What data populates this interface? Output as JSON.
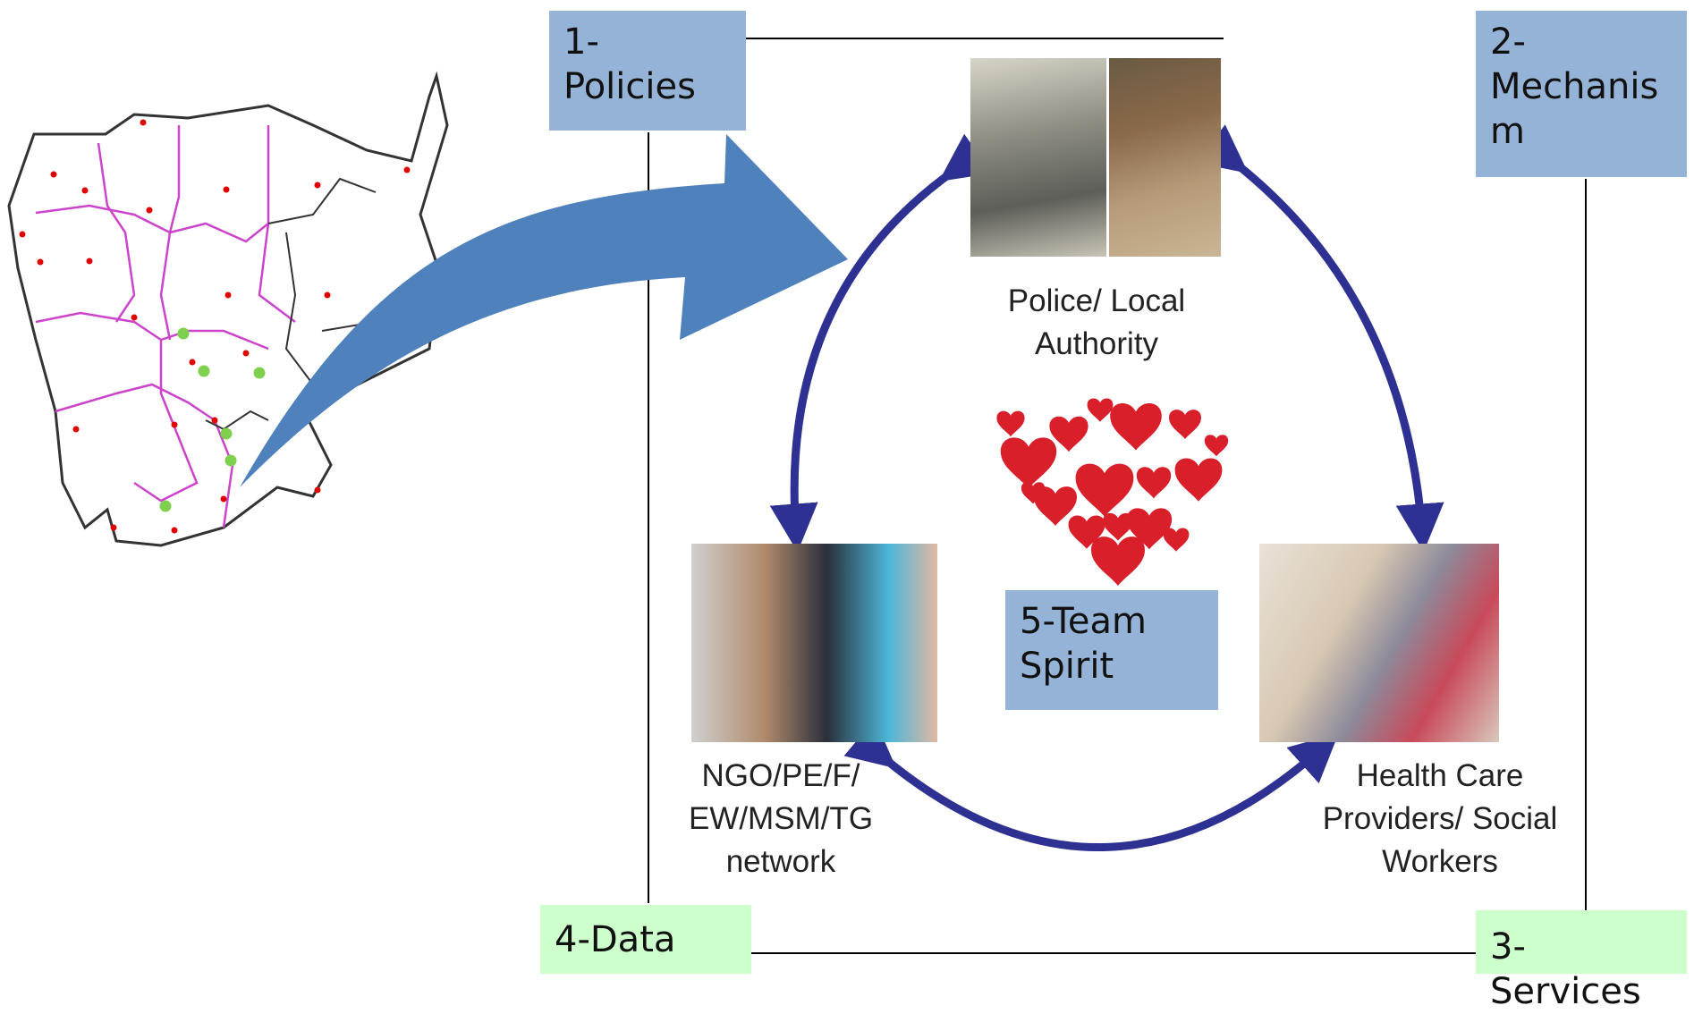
{
  "pillars": {
    "policies": "1-\nPolicies",
    "mechanism": "2-\nMechanis\nm",
    "services": "3-Services",
    "data": "4-Data",
    "team_spirit": "5-Team\nSpirit"
  },
  "actors": {
    "police": "Police/ Local\nAuthority",
    "ngo": "NGO/PE/F/\nEW/MSM/TG\nnetwork",
    "health": "Health Care\nProviders/ Social\nWorkers"
  },
  "colors": {
    "pillar_blue": "#95b3d7",
    "pillar_green": "#ccffcc",
    "cycle_arrow": "#2e3192",
    "big_arrow": "#4f81bd",
    "heart": "#d9202a",
    "map_outline": "#333333",
    "map_highlight": "#cc44cc",
    "map_red_dot": "#e00000",
    "map_green_dot": "#80d050"
  },
  "icons": [
    "cambodia-map",
    "large-curved-arrow",
    "heart-of-hearts"
  ]
}
